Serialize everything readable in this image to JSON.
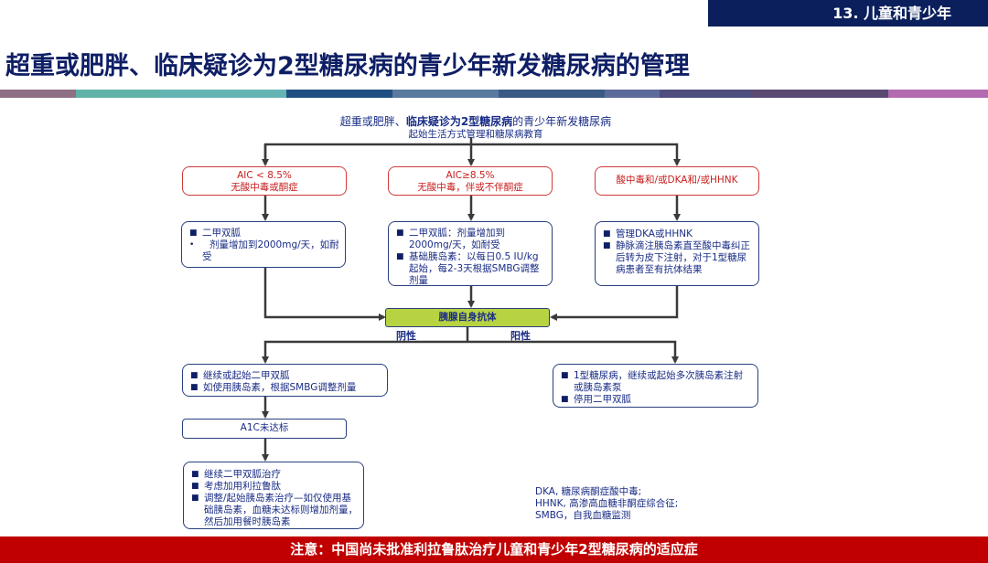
{
  "header": {
    "section_tag": "13. 儿童和青少年",
    "title": "超重或肥胖、临床疑诊为2型糖尿病的青少年新发糖尿病的管理"
  },
  "stripe_colors": [
    "#8e6f84",
    "#5fb2a8",
    "#64b4b4",
    "#1f4f82",
    "#5a7aa0",
    "#3a5a86",
    "#5d6a9c",
    "#4e4d7e",
    "#5a4a72",
    "#b46ab0"
  ],
  "flow": {
    "top": {
      "line1_normal": "超重或肥胖、",
      "line1_bold": "临床疑诊为2型糖尿病",
      "line1_tail": "的青少年新发糖尿病",
      "line2": "起始生活方式管理和糖尿病教育"
    },
    "conditions": [
      {
        "line1": "AIC < 8.5%",
        "line2": "无酸中毒或酮症"
      },
      {
        "line1": "AIC≥8.5%",
        "line2": "无酸中毒，伴或不伴酮症"
      },
      {
        "line1": "酸中毒和/或DKA和/或HHNK",
        "line2": ""
      }
    ],
    "treatments": [
      {
        "items": [
          {
            "bullet": "■",
            "text": "二甲双胍"
          },
          {
            "bullet": "•",
            "text": "剂量增加到2000mg/天，如耐受"
          }
        ]
      },
      {
        "items": [
          {
            "bullet": "■",
            "text": "二甲双胍：剂量增加到2000mg/天，如耐受"
          },
          {
            "bullet": "■",
            "text": "基础胰岛素：以每日0.5 IU/kg起始，每2-3天根据SMBG调整剂量"
          }
        ]
      },
      {
        "items": [
          {
            "bullet": "■",
            "text": "管理DKA或HHNK"
          },
          {
            "bullet": "■",
            "text": "静脉滴注胰岛素直至酸中毒纠正后转为皮下注射，对于1型糖尿病患者至有抗体结果"
          }
        ]
      }
    ],
    "antibody": {
      "label": "胰腺自身抗体",
      "negative": "阴性",
      "positive": "阳性"
    },
    "negative_box": {
      "items": [
        {
          "bullet": "■",
          "text": "继续或起始二甲双胍"
        },
        {
          "bullet": "■",
          "text": "如使用胰岛素，根据SMBG调整剂量"
        }
      ]
    },
    "positive_box": {
      "items": [
        {
          "bullet": "■",
          "text": "1型糖尿病，继续或起始多次胰岛素注射或胰岛素泵"
        },
        {
          "bullet": "■",
          "text": "停用二甲双胍"
        }
      ]
    },
    "a1c_box": {
      "label": "A1C未达标"
    },
    "final_box": {
      "items": [
        {
          "bullet": "■",
          "text": "继续二甲双胍治疗"
        },
        {
          "bullet": "■",
          "text": "考虑加用利拉鲁肽"
        },
        {
          "bullet": "■",
          "text": "调整/起始胰岛素治疗—如仅使用基础胰岛素，血糖未达标则增加剂量，然后加用餐时胰岛素"
        }
      ]
    }
  },
  "notes": [
    "DKA, 糖尿病酮症酸中毒;",
    "HHNK, 高渗高血糖非酮症综合征;",
    "SMBG，自我血糖监测"
  ],
  "footer": {
    "text": "注意：中国尚未批准利拉鲁肽治疗儿童和青少年2型糖尿病的适应症"
  },
  "colors": {
    "navy": "#0a1f5c",
    "red_border": "#d23a3a",
    "footer_red": "#c00000",
    "antibody_green": "#b7d341",
    "connector": "#3a3a3a"
  }
}
